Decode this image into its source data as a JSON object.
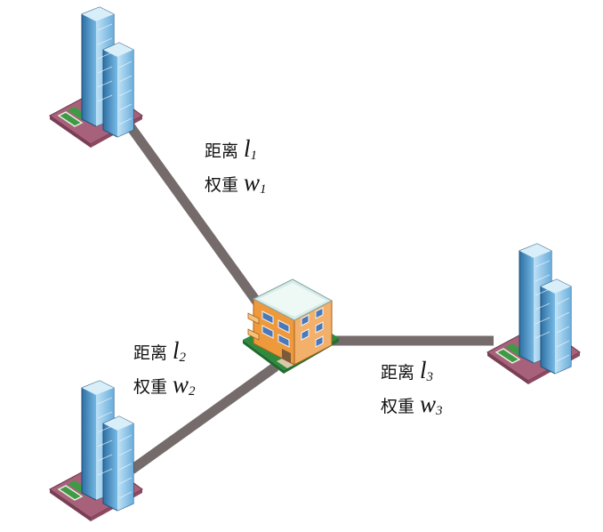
{
  "colors": {
    "road": "#756b6b",
    "road_edge": "#5e5555",
    "tower_glass": "#5aa6d6",
    "tower_dark": "#2f6fa3",
    "lot": "#a8617a",
    "hub_wall": "#ee9a3c",
    "hub_roof": "#d7ece8"
  },
  "nodes": [
    {
      "id": "tower-1",
      "icon": "office-tower-icon"
    },
    {
      "id": "tower-2",
      "icon": "office-tower-icon"
    },
    {
      "id": "tower-3",
      "icon": "office-tower-icon"
    },
    {
      "id": "hub",
      "icon": "apartment-building-icon"
    }
  ],
  "edges": [
    {
      "distance_label": "距离",
      "distance_symbol": "l",
      "weight_label": "权重",
      "weight_symbol": "w",
      "index": "1"
    },
    {
      "distance_label": "距离",
      "distance_symbol": "l",
      "weight_label": "权重",
      "weight_symbol": "w",
      "index": "2"
    },
    {
      "distance_label": "距离",
      "distance_symbol": "l",
      "weight_label": "权重",
      "weight_symbol": "w",
      "index": "3"
    }
  ]
}
